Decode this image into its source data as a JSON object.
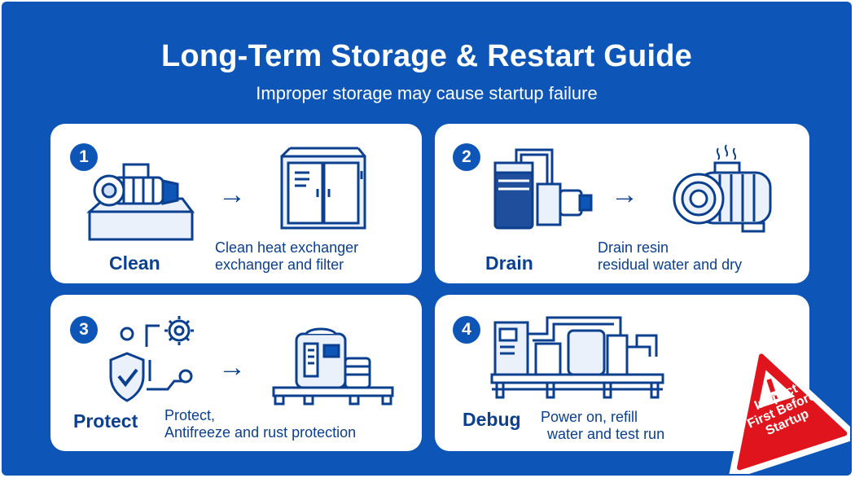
{
  "header": {
    "title": "Long-Term Storage & Restart Guide",
    "subtitle": "Improper storage may cause startup failure"
  },
  "steps": [
    {
      "number": "1",
      "name": "Clean",
      "desc_line1": "Clean heat exchanger",
      "desc_line2": "exchanger and filter"
    },
    {
      "number": "2",
      "name": "Drain",
      "desc_line1": "Drain resin",
      "desc_line2": "residual water and dry"
    },
    {
      "number": "3",
      "name": "Protect",
      "desc_line1": "Protect,",
      "desc_line2": "Antifreeze and rust protection"
    },
    {
      "number": "4",
      "name": "Debug",
      "desc_line1": "Power on, refill",
      "desc_line2": "water and test run"
    }
  ],
  "warning": {
    "line1": "Inspect",
    "line2": "First Before",
    "line3": "Startup"
  },
  "colors": {
    "background": "#0d56b8",
    "card": "#ffffff",
    "text": "#0b3f8f",
    "warning": "#e0141c"
  }
}
